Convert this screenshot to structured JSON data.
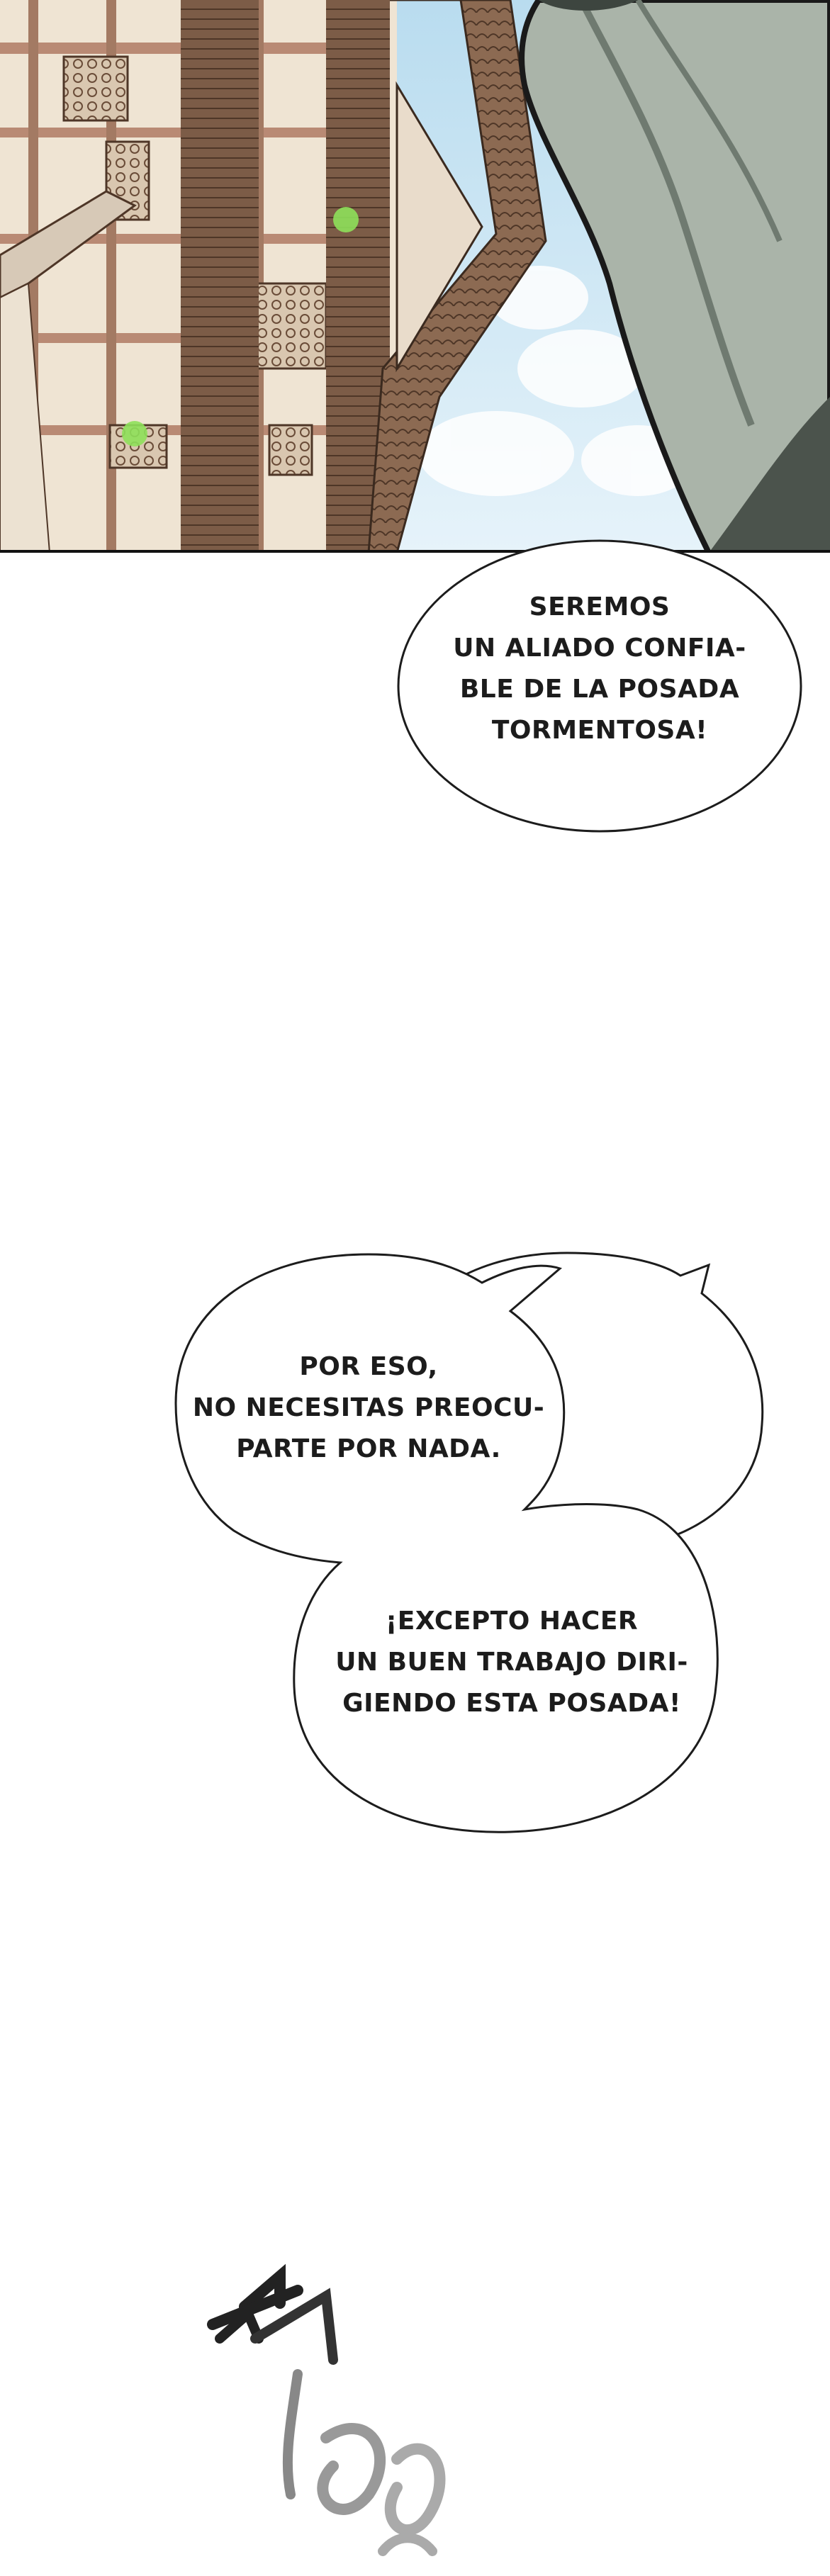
{
  "bubbles": {
    "ally": {
      "lines": [
        "SEREMOS",
        "UN ALIADO CONFIA-",
        "BLE DE LA POSADA",
        "TORMENTOSA!"
      ]
    },
    "por_eso": {
      "lines": [
        "POR ESO,",
        "NO NECESITAS PREOCU-",
        "PARTE POR NADA."
      ]
    },
    "excepto": {
      "lines": [
        "¡EXCEPTO HACER",
        "UN BUEN TRABAJO DIRI-",
        "GIENDO ESTA POSADA!"
      ]
    }
  },
  "colors": {
    "page_background": "#ffffff",
    "bubble_outline": "#1c1c1c",
    "sky": "#cfe8f5",
    "wood": "#7a5a44",
    "cloak": "#a9b3a8"
  }
}
